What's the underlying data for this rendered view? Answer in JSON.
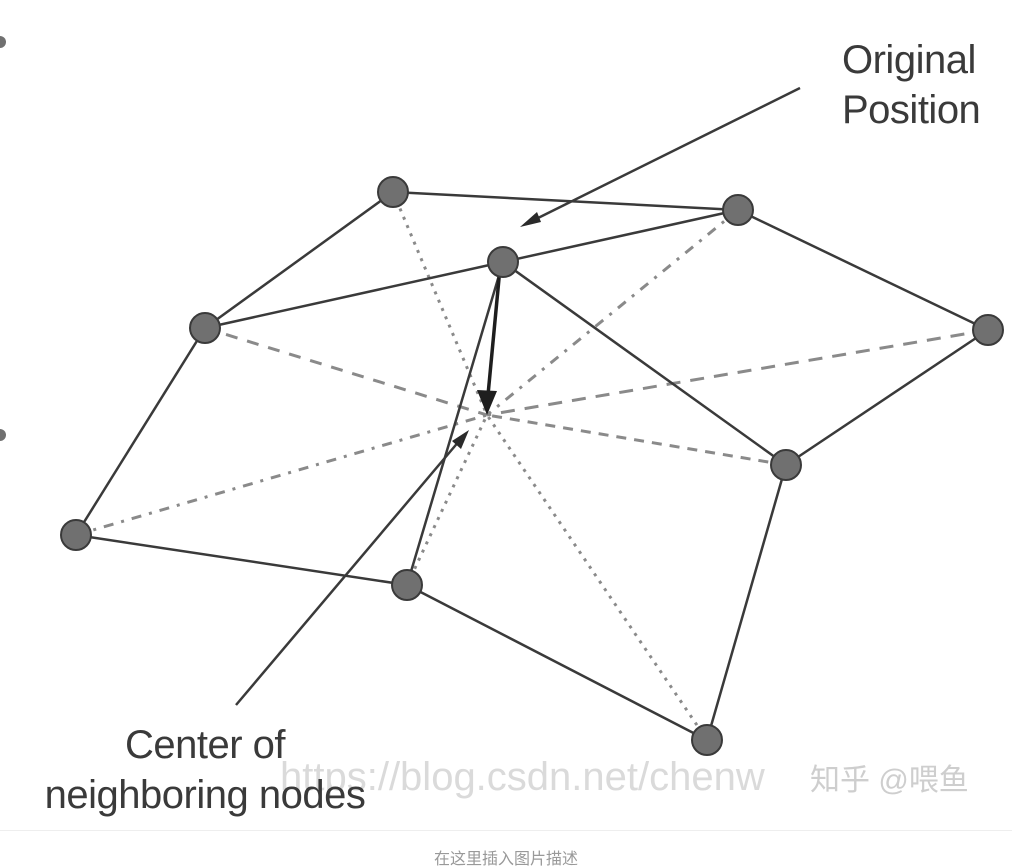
{
  "labels": {
    "original_line1": "Original",
    "original_line2": "Position",
    "center_line1": "Center of",
    "center_line2": "neighboring nodes"
  },
  "watermark": {
    "url": "https://blog.csdn.net/chenw",
    "zhihu": "知乎 @喂鱼"
  },
  "caption": "在这里插入图片描述",
  "colors": {
    "node_fill": "#707070",
    "node_stroke": "#3a3a3a",
    "edge": "#3a3a3a",
    "dashed": "#8a8a8a"
  }
}
